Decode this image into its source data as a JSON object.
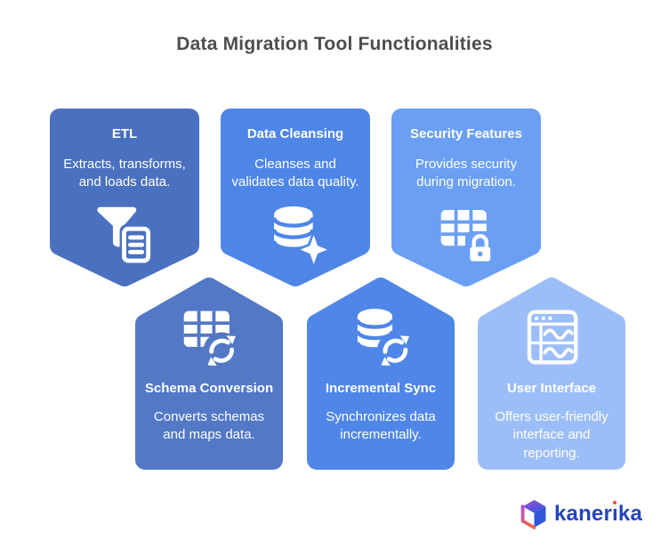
{
  "title": "Data Migration Tool Functionalities",
  "cards": [
    {
      "title": "ETL",
      "description": "Extracts, transforms, and loads data.",
      "color": "#4a71bf",
      "icon": "funnel-document-icon",
      "direction": "down"
    },
    {
      "title": "Data Cleansing",
      "description": "Cleanses and validates data quality.",
      "color": "#4e86e8",
      "icon": "database-sparkle-icon",
      "direction": "down"
    },
    {
      "title": "Security Features",
      "description": "Provides security during migration.",
      "color": "#6a9ff4",
      "icon": "table-lock-icon",
      "direction": "down"
    },
    {
      "title": "Schema Conversion",
      "description": "Converts schemas and maps data.",
      "color": "#5278c6",
      "icon": "table-sync-icon",
      "direction": "up"
    },
    {
      "title": "Incremental Sync",
      "description": "Synchronizes data incrementally.",
      "color": "#4f86e8",
      "icon": "database-sync-icon",
      "direction": "up"
    },
    {
      "title": "User Interface",
      "description": "Offers user-friendly interface and reporting.",
      "color": "#9cbef8",
      "icon": "window-chart-icon",
      "direction": "up"
    }
  ],
  "logo": {
    "text": "kanerika",
    "parts": {
      "pre": "kaner",
      "i": "ı",
      "post": "ka"
    },
    "text_color": "#2344bd",
    "dot_color": "#f4502e",
    "cube_purple": "#9b51e0",
    "cube_blue": "#2f55d9",
    "cube_orange": "#f2674a"
  },
  "title_color": "#4d4d4d"
}
